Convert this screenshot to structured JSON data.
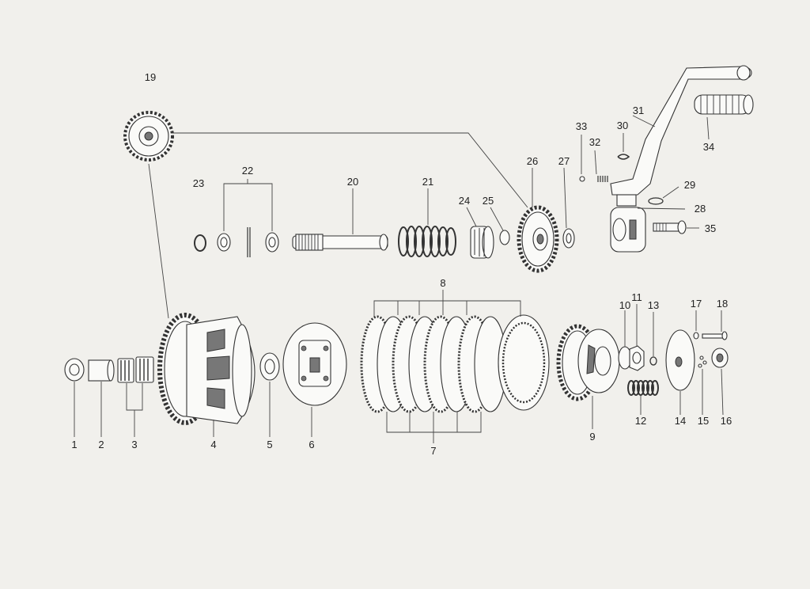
{
  "colors": {
    "paper": "#f1f0ec",
    "ink": "#222222"
  },
  "labels": {
    "l1": "1",
    "l2": "2",
    "l3": "3",
    "l4": "4",
    "l5": "5",
    "l6": "6",
    "l7": "7",
    "l8": "8",
    "l9": "9",
    "l10": "10",
    "l11": "11",
    "l12": "12",
    "l13": "13",
    "l14": "14",
    "l15": "15",
    "l16": "16",
    "l17": "17",
    "l18": "18",
    "l19": "19",
    "l20": "20",
    "l21": "21",
    "l22": "22",
    "l23": "23",
    "l24": "24",
    "l25": "25",
    "l26": "26",
    "l27": "27",
    "l28": "28",
    "l29": "29",
    "l30": "30",
    "l31": "31",
    "l32": "32",
    "l33": "33",
    "l34": "34",
    "l35": "35"
  }
}
